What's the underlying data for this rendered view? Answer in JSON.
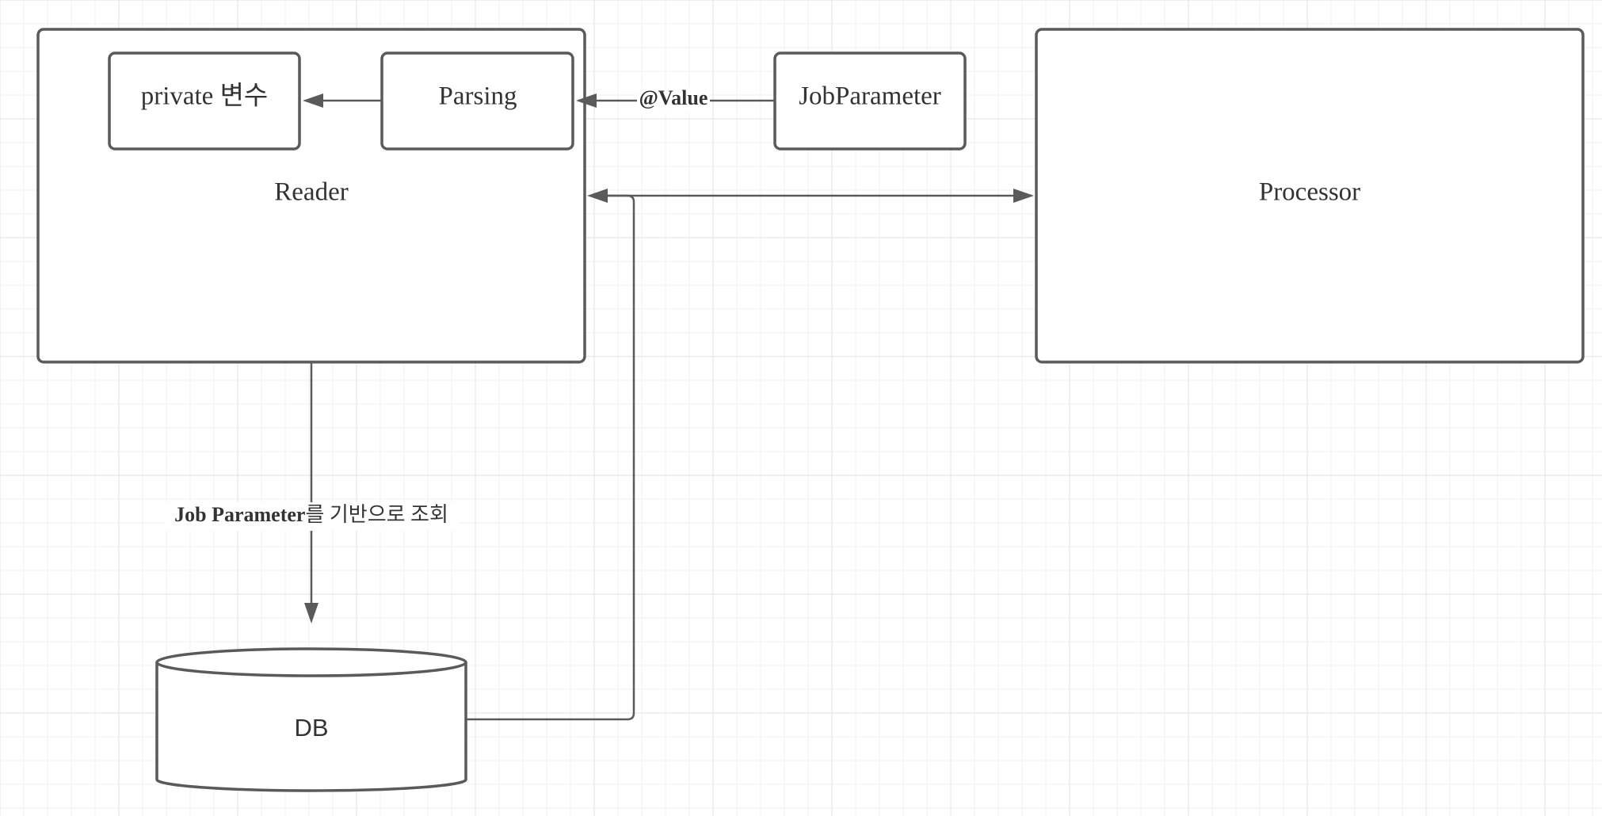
{
  "nodes": {
    "reader": {
      "label": "Reader"
    },
    "private_var": {
      "label": "private 변수"
    },
    "parsing": {
      "label": "Parsing"
    },
    "job_parameter": {
      "label": "JobParameter"
    },
    "processor": {
      "label": "Processor"
    },
    "db": {
      "label": "DB"
    }
  },
  "edges": {
    "job_parameter_to_parsing": {
      "label": "@Value"
    },
    "reader_to_db": {
      "label_bold": "Job Parameter",
      "label_rest": "를 기반으로 조회"
    }
  },
  "colors": {
    "stroke": "#5a5a5a",
    "text": "#333333",
    "grid": "#e6e6e6",
    "background": "#ffffff"
  }
}
